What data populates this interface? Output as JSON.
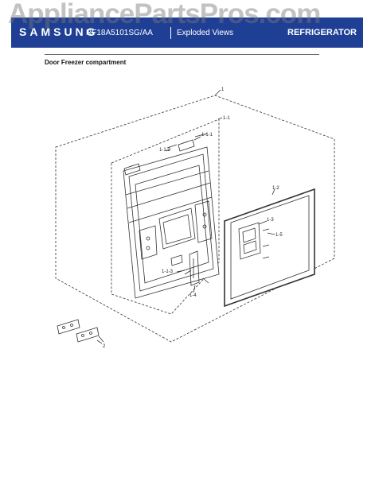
{
  "header": {
    "brand": "SAMSUNG",
    "model": "RF18A5101SG/AA",
    "view_label": "Exploded Views",
    "category": "REFRIGERATOR"
  },
  "section_title": "Door Freezer compartment",
  "watermark": "AppliancePartsPros.com",
  "callouts": {
    "c1": "1",
    "c1_1": "1-1",
    "c1_1_1": "1-1-1",
    "c1_1_2": "1-1-2",
    "c1_1_3": "1-1-3",
    "c1_2": "1-2",
    "c1_3": "1-3",
    "c1_4": "1-4",
    "c1_5": "1-5",
    "c2": "2"
  },
  "colors": {
    "header_bg": "#1f3f95",
    "line": "#333333"
  }
}
